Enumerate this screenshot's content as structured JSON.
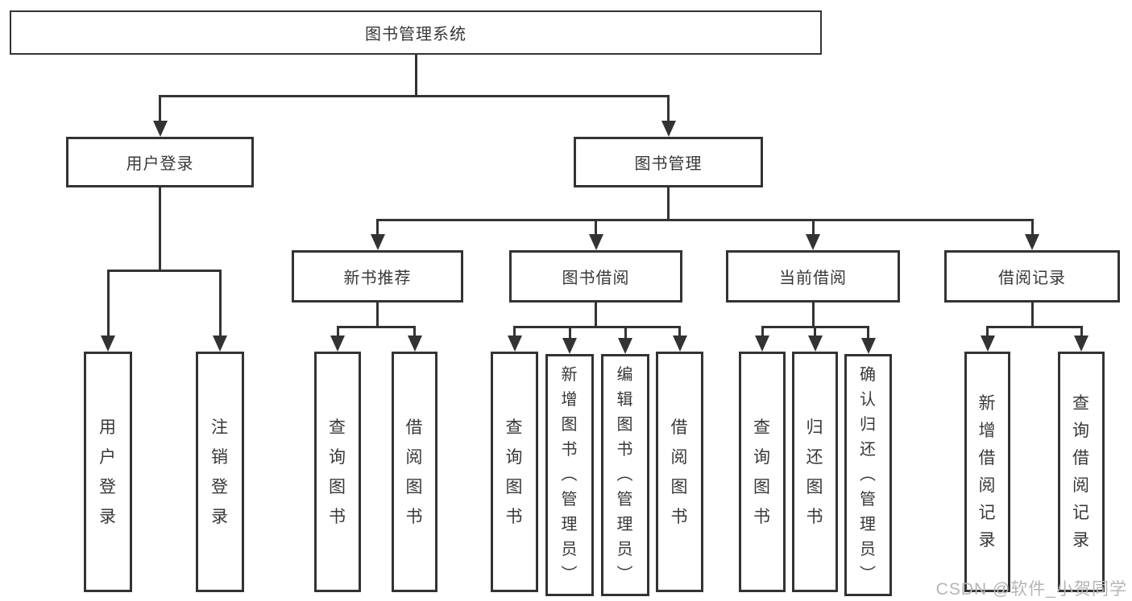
{
  "diagram": {
    "title_node": {
      "id": "root",
      "label": "图书管理系统"
    },
    "nodes": [
      {
        "id": "user-login",
        "parent": "root",
        "label": "用户登录",
        "orient": "h"
      },
      {
        "id": "book-mgmt",
        "parent": "root",
        "label": "图书管理",
        "orient": "h"
      },
      {
        "id": "new-book-rec",
        "parent": "book-mgmt",
        "label": "新书推荐",
        "orient": "h"
      },
      {
        "id": "book-borrow",
        "parent": "book-mgmt",
        "label": "图书借阅",
        "orient": "h"
      },
      {
        "id": "current-borrow",
        "parent": "book-mgmt",
        "label": "当前借阅",
        "orient": "h"
      },
      {
        "id": "borrow-records",
        "parent": "book-mgmt",
        "label": "借阅记录",
        "orient": "h"
      },
      {
        "id": "leaf-user-login",
        "parent": "user-login",
        "label": "用户登录",
        "orient": "v"
      },
      {
        "id": "leaf-logout",
        "parent": "user-login",
        "label": "注销登录",
        "orient": "v"
      },
      {
        "id": "leaf-query-books-rec",
        "parent": "new-book-rec",
        "label": "查询图书",
        "orient": "v"
      },
      {
        "id": "leaf-borrow-books-rec",
        "parent": "new-book-rec",
        "label": "借阅图书",
        "orient": "v"
      },
      {
        "id": "leaf-query-books-borrow",
        "parent": "book-borrow",
        "label": "查询图书",
        "orient": "v"
      },
      {
        "id": "leaf-add-books-admin",
        "parent": "book-borrow",
        "label": "新增图书（管理员）",
        "orient": "v"
      },
      {
        "id": "leaf-edit-books-admin",
        "parent": "book-borrow",
        "label": "编辑图书（管理员）",
        "orient": "v"
      },
      {
        "id": "leaf-borrow-books",
        "parent": "book-borrow",
        "label": "借阅图书",
        "orient": "v"
      },
      {
        "id": "leaf-query-books-current",
        "parent": "current-borrow",
        "label": "查询图书",
        "orient": "v"
      },
      {
        "id": "leaf-return-books",
        "parent": "current-borrow",
        "label": "归还图书",
        "orient": "v"
      },
      {
        "id": "leaf-confirm-return-admin",
        "parent": "current-borrow",
        "label": "确认归还（管理员）",
        "orient": "v"
      },
      {
        "id": "leaf-add-borrow-record",
        "parent": "borrow-records",
        "label": "新增借阅记录",
        "orient": "v"
      },
      {
        "id": "leaf-query-borrow-record",
        "parent": "borrow-records",
        "label": "查询借阅记录",
        "orient": "v"
      }
    ]
  },
  "watermark": {
    "text": "CSDN @软件_小贺同学"
  },
  "colors": {
    "line": "#333333",
    "text": "#383838",
    "box_bg": "#ffffff",
    "watermark": "#b5b5b5"
  }
}
